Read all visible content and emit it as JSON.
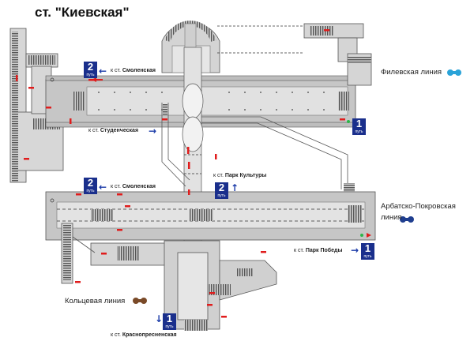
{
  "title": "ст. \"Киевская\"",
  "lines": {
    "filevskaya": {
      "name": "Филевская линия",
      "color": "#2aa3d8"
    },
    "arbatsko": {
      "name_line1": "Арбатско-Покровская",
      "name_line2": "линия",
      "color": "#1f3e8f"
    },
    "koltsevaya": {
      "name": "Кольцевая линия",
      "color": "#7a4a28"
    }
  },
  "directions": {
    "smolenskaya_top": {
      "prefix": "к ст.",
      "station": "Смоленская",
      "track": "2",
      "track_label": "путь"
    },
    "studencheskaya": {
      "prefix": "к ст.",
      "station": "Студенческая",
      "track": "1",
      "track_label": "путь"
    },
    "smolenskaya_mid": {
      "prefix": "к ст.",
      "station": "Смоленская",
      "track": "2",
      "track_label": "путь"
    },
    "park_kultury": {
      "prefix": "к ст.",
      "station": "Парк Культуры",
      "track": "2",
      "track_label": "путь"
    },
    "park_pobedy": {
      "prefix": "к ст.",
      "station": "Парк Победы",
      "track": "1",
      "track_label": "путь"
    },
    "krasnopresnenskaya": {
      "prefix": "к ст.",
      "station": "Краснопресненская",
      "track": "1",
      "track_label": "путь"
    }
  },
  "colors": {
    "walls": "#b9b9b9",
    "platform": "#d9d9d9",
    "stairs": "#7a7a7a",
    "exit_marker": "#e01c1c",
    "track_badge": "#1a2f8c",
    "arrow": "#1a3aa8"
  },
  "icons": [
    "arrow-left-icon",
    "arrow-right-icon",
    "arrow-up-icon",
    "arrow-down-icon",
    "line-dot-icon"
  ]
}
